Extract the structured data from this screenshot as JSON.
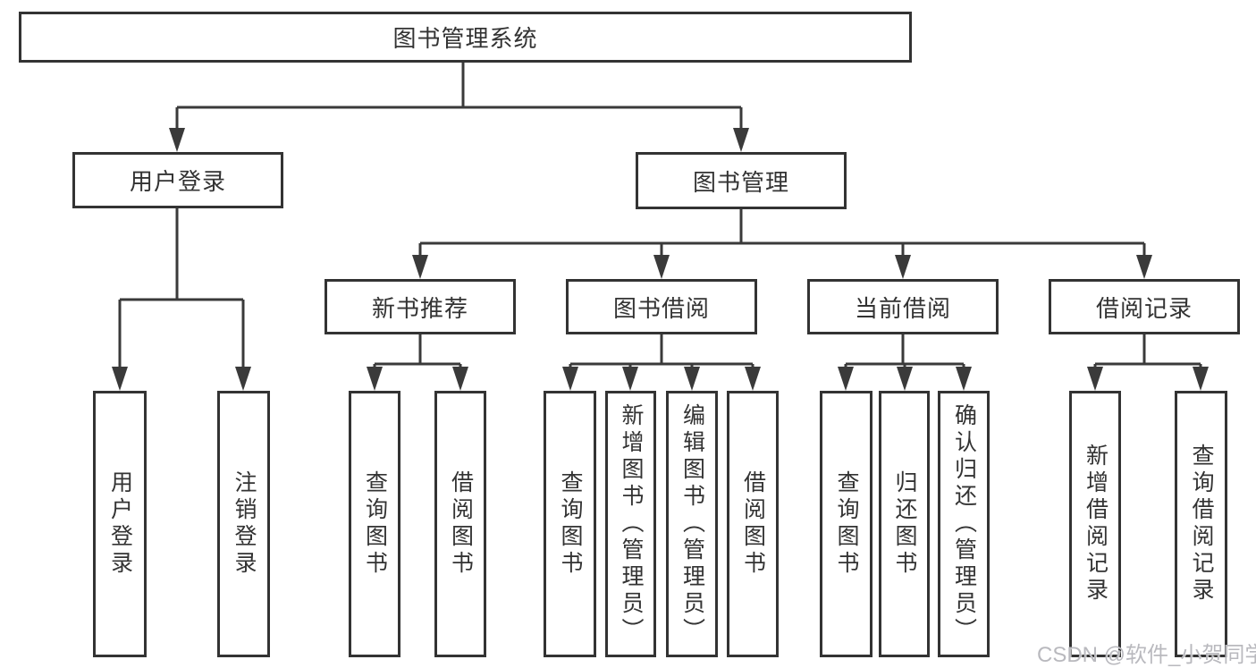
{
  "colors": {
    "line": "#3a3a3a",
    "border": "#333333",
    "text": "#333333",
    "bg": "#ffffff",
    "watermark": "#b9b9be"
  },
  "nodes": {
    "root": {
      "label": "图书管理系统"
    },
    "l2": [
      {
        "label": "用户登录"
      },
      {
        "label": "图书管理"
      }
    ],
    "l3": [
      {
        "label": "新书推荐",
        "parent": "图书管理"
      },
      {
        "label": "图书借阅",
        "parent": "图书管理"
      },
      {
        "label": "当前借阅",
        "parent": "图书管理"
      },
      {
        "label": "借阅记录",
        "parent": "图书管理"
      }
    ],
    "leaves": [
      {
        "label": "用户登录",
        "parent": "用户登录"
      },
      {
        "label": "注销登录",
        "parent": "用户登录"
      },
      {
        "label": "查询图书",
        "parent": "新书推荐"
      },
      {
        "label": "借阅图书",
        "parent": "新书推荐"
      },
      {
        "label": "查询图书",
        "parent": "图书借阅"
      },
      {
        "label": "新增图书（管理员）",
        "parent": "图书借阅"
      },
      {
        "label": "编辑图书（管理员）",
        "parent": "图书借阅"
      },
      {
        "label": "借阅图书",
        "parent": "图书借阅"
      },
      {
        "label": "查询图书",
        "parent": "当前借阅"
      },
      {
        "label": "归还图书",
        "parent": "当前借阅"
      },
      {
        "label": "确认归还（管理员）",
        "parent": "当前借阅"
      },
      {
        "label": "新增借阅记录",
        "parent": "借阅记录"
      },
      {
        "label": "查询借阅记录",
        "parent": "借阅记录"
      }
    ]
  },
  "watermark": "CSDN @软件_小贺同学"
}
